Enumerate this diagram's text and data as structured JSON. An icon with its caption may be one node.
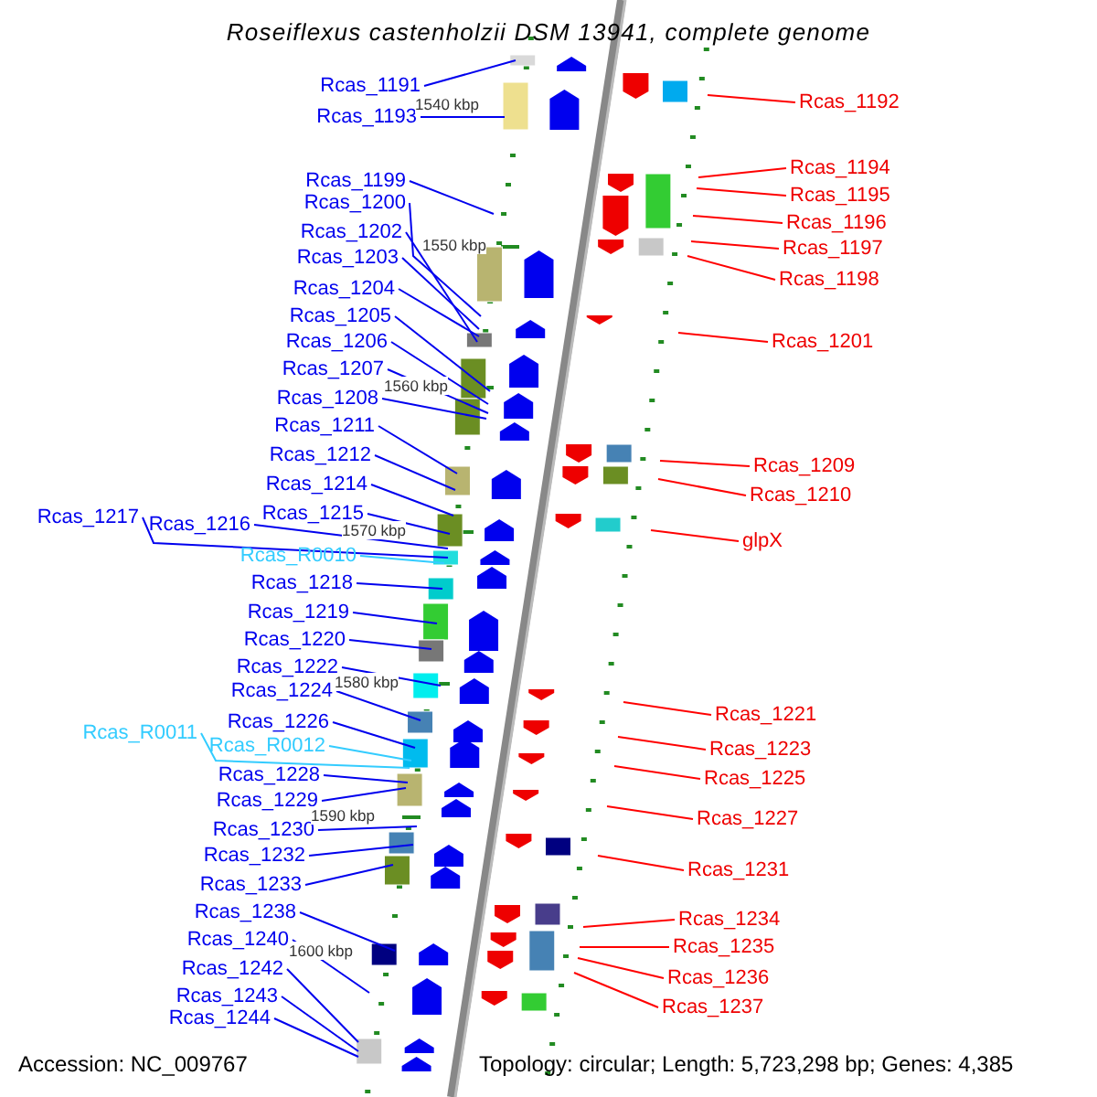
{
  "diagram": {
    "title": "Roseiflexus castenholzii DSM 13941, complete genome",
    "nodes": [
      {
        "text": [
          "Rcas_1191"
        ]
      },
      {
        "text": [
          "Rcas_1193"
        ]
      },
      {
        "text": [
          "Rcas_1199"
        ]
      },
      {
        "text": [
          "Rcas_1200"
        ]
      },
      {
        "text": [
          "Rcas_1202"
        ]
      },
      {
        "text": [
          "Rcas_1203"
        ]
      },
      {
        "text": [
          "Rcas_1204"
        ]
      },
      {
        "text": [
          "Rcas_1205"
        ]
      },
      {
        "text": [
          "Rcas_1206"
        ]
      },
      {
        "text": [
          "Rcas_1207"
        ]
      },
      {
        "text": [
          "Rcas_1208"
        ]
      },
      {
        "text": [
          "Rcas_1211"
        ]
      },
      {
        "text": [
          "Rcas_1212"
        ]
      },
      {
        "text": [
          "Rcas_1214"
        ]
      },
      {
        "text": [
          "Rcas_1215"
        ]
      },
      {
        "text": [
          "Rcas_1217"
        ]
      },
      {
        "text": [
          "Rcas_1216"
        ]
      },
      {
        "text": [
          "Rcas_R0010"
        ]
      },
      {
        "text": [
          "Rcas_1218"
        ]
      },
      {
        "text": [
          "Rcas_1219"
        ]
      },
      {
        "text": [
          "Rcas_1220"
        ]
      },
      {
        "text": [
          "Rcas_1222"
        ]
      },
      {
        "text": [
          "Rcas_1224"
        ]
      },
      {
        "text": [
          "Rcas_1226"
        ]
      },
      {
        "text": [
          "Rcas_R0011"
        ]
      },
      {
        "text": [
          "Rcas_R0012"
        ]
      },
      {
        "text": [
          "Rcas_1228"
        ]
      },
      {
        "text": [
          "Rcas_1229"
        ]
      },
      {
        "text": [
          "Rcas_1230"
        ]
      },
      {
        "text": [
          "Rcas_1232"
        ]
      },
      {
        "text": [
          "Rcas_1233"
        ]
      },
      {
        "text": [
          "Rcas_1238"
        ]
      },
      {
        "text": [
          "Rcas_1240"
        ]
      },
      {
        "text": [
          "Rcas_1242"
        ]
      },
      {
        "text": [
          "Rcas_1243"
        ]
      },
      {
        "text": [
          "Rcas_1244"
        ]
      },
      {
        "text": [
          "Rcas_1192"
        ]
      },
      {
        "text": [
          "Rcas_1194"
        ]
      },
      {
        "text": [
          "Rcas_1195"
        ]
      },
      {
        "text": [
          "Rcas_1196"
        ]
      },
      {
        "text": [
          "Rcas_1197"
        ]
      },
      {
        "text": [
          "Rcas_1198"
        ]
      },
      {
        "text": [
          "Rcas_1201"
        ]
      },
      {
        "text": [
          "Rcas_1209"
        ]
      },
      {
        "text": [
          "Rcas_1210"
        ]
      },
      {
        "text": [
          "glpX"
        ]
      },
      {
        "text": [
          "Rcas_1221"
        ]
      },
      {
        "text": [
          "Rcas_1223"
        ]
      },
      {
        "text": [
          "Rcas_1225"
        ]
      },
      {
        "text": [
          "Rcas_1227"
        ]
      },
      {
        "text": [
          "Rcas_1231"
        ]
      },
      {
        "text": [
          "Rcas_1234"
        ]
      },
      {
        "text": [
          "Rcas_1235"
        ]
      },
      {
        "text": [
          "Rcas_1236"
        ]
      },
      {
        "text": [
          "Rcas_1237"
        ]
      }
    ],
    "edges": [
      {
        "from": 0,
        "to": null,
        "arrow": "none"
      },
      {
        "from": 1,
        "to": null,
        "arrow": "none"
      },
      {
        "from": 2,
        "to": null,
        "arrow": "none"
      },
      {
        "from": 3,
        "to": null,
        "arrow": "none"
      },
      {
        "from": 4,
        "to": null,
        "arrow": "none"
      },
      {
        "from": 5,
        "to": null,
        "arrow": "none"
      },
      {
        "from": 6,
        "to": null,
        "arrow": "none"
      },
      {
        "from": 7,
        "to": null,
        "arrow": "none"
      },
      {
        "from": 8,
        "to": null,
        "arrow": "none"
      },
      {
        "from": 9,
        "to": null,
        "arrow": "none"
      },
      {
        "from": 10,
        "to": null,
        "arrow": "none"
      },
      {
        "from": 11,
        "to": null,
        "arrow": "none"
      },
      {
        "from": 12,
        "to": null,
        "arrow": "none"
      },
      {
        "from": 13,
        "to": null,
        "arrow": "none"
      },
      {
        "from": 14,
        "to": null,
        "arrow": "none"
      },
      {
        "from": 15,
        "to": null,
        "arrow": "none"
      },
      {
        "from": 16,
        "to": null,
        "arrow": "none"
      },
      {
        "from": 17,
        "to": null,
        "arrow": "none",
        "color": "#33ccff"
      },
      {
        "from": 18,
        "to": null,
        "arrow": "none"
      },
      {
        "from": 19,
        "to": null,
        "arrow": "none"
      },
      {
        "from": 20,
        "to": null,
        "arrow": "none"
      },
      {
        "from": 21,
        "to": null,
        "arrow": "none"
      },
      {
        "from": 22,
        "to": null,
        "arrow": "none"
      },
      {
        "from": 23,
        "to": null,
        "arrow": "none"
      },
      {
        "from": 24,
        "to": null,
        "arrow": "none",
        "color": "#33ccff"
      },
      {
        "from": 25,
        "to": null,
        "arrow": "none",
        "color": "#33ccff"
      },
      {
        "from": 26,
        "to": null,
        "arrow": "none"
      },
      {
        "from": 27,
        "to": null,
        "arrow": "none"
      },
      {
        "from": 28,
        "to": null,
        "arrow": "none"
      },
      {
        "from": 29,
        "to": null,
        "arrow": "none"
      },
      {
        "from": 30,
        "to": null,
        "arrow": "none"
      },
      {
        "from": 31,
        "to": null,
        "arrow": "none"
      },
      {
        "from": 32,
        "to": null,
        "arrow": "none"
      },
      {
        "from": 33,
        "to": null,
        "arrow": "none"
      },
      {
        "from": 34,
        "to": null,
        "arrow": "none"
      },
      {
        "from": 35,
        "to": null,
        "arrow": "none"
      },
      {
        "from": 36,
        "to": null,
        "arrow": "none",
        "color": "#ff0000"
      },
      {
        "from": 37,
        "to": null,
        "arrow": "none",
        "color": "#ff0000"
      },
      {
        "from": 38,
        "to": null,
        "arrow": "none",
        "color": "#ff0000"
      },
      {
        "from": 39,
        "to": null,
        "arrow": "none",
        "color": "#ff0000"
      },
      {
        "from": 40,
        "to": null,
        "arrow": "none",
        "color": "#ff0000"
      },
      {
        "from": 41,
        "to": null,
        "arrow": "none",
        "color": "#ff0000"
      },
      {
        "from": 42,
        "to": null,
        "arrow": "none",
        "color": "#ff0000"
      },
      {
        "from": 43,
        "to": null,
        "arrow": "none",
        "color": "#ff0000"
      },
      {
        "from": 44,
        "to": null,
        "arrow": "none",
        "color": "#ff0000"
      },
      {
        "from": 45,
        "to": null,
        "arrow": "none",
        "color": "#ff0000"
      },
      {
        "from": 46,
        "to": null,
        "arrow": "none",
        "color": "#ff0000"
      },
      {
        "from": 47,
        "to": null,
        "arrow": "none",
        "color": "#ff0000"
      },
      {
        "from": 48,
        "to": null,
        "arrow": "none",
        "color": "#ff0000"
      },
      {
        "from": 49,
        "to": null,
        "arrow": "none",
        "color": "#ff0000"
      },
      {
        "from": 50,
        "to": null,
        "arrow": "none",
        "color": "#ff0000"
      },
      {
        "from": 51,
        "to": null,
        "arrow": "none",
        "color": "#ff0000"
      },
      {
        "from": 52,
        "to": null,
        "arrow": "none",
        "color": "#ff0000"
      },
      {
        "from": 53,
        "to": null,
        "arrow": "none",
        "color": "#ff0000"
      },
      {
        "from": 54,
        "to": null,
        "arrow": "none",
        "color": "#ff0000"
      }
    ],
    "labels": [
      "1540 kbp",
      "1550 kbp",
      "1560 kbp",
      "1570 kbp",
      "1580 kbp",
      "1590 kbp",
      "1600 kbp",
      "Accession: NC_009767",
      "Topology: circular; Length: 5,723,298 bp; Genes: 4,385"
    ]
  }
}
